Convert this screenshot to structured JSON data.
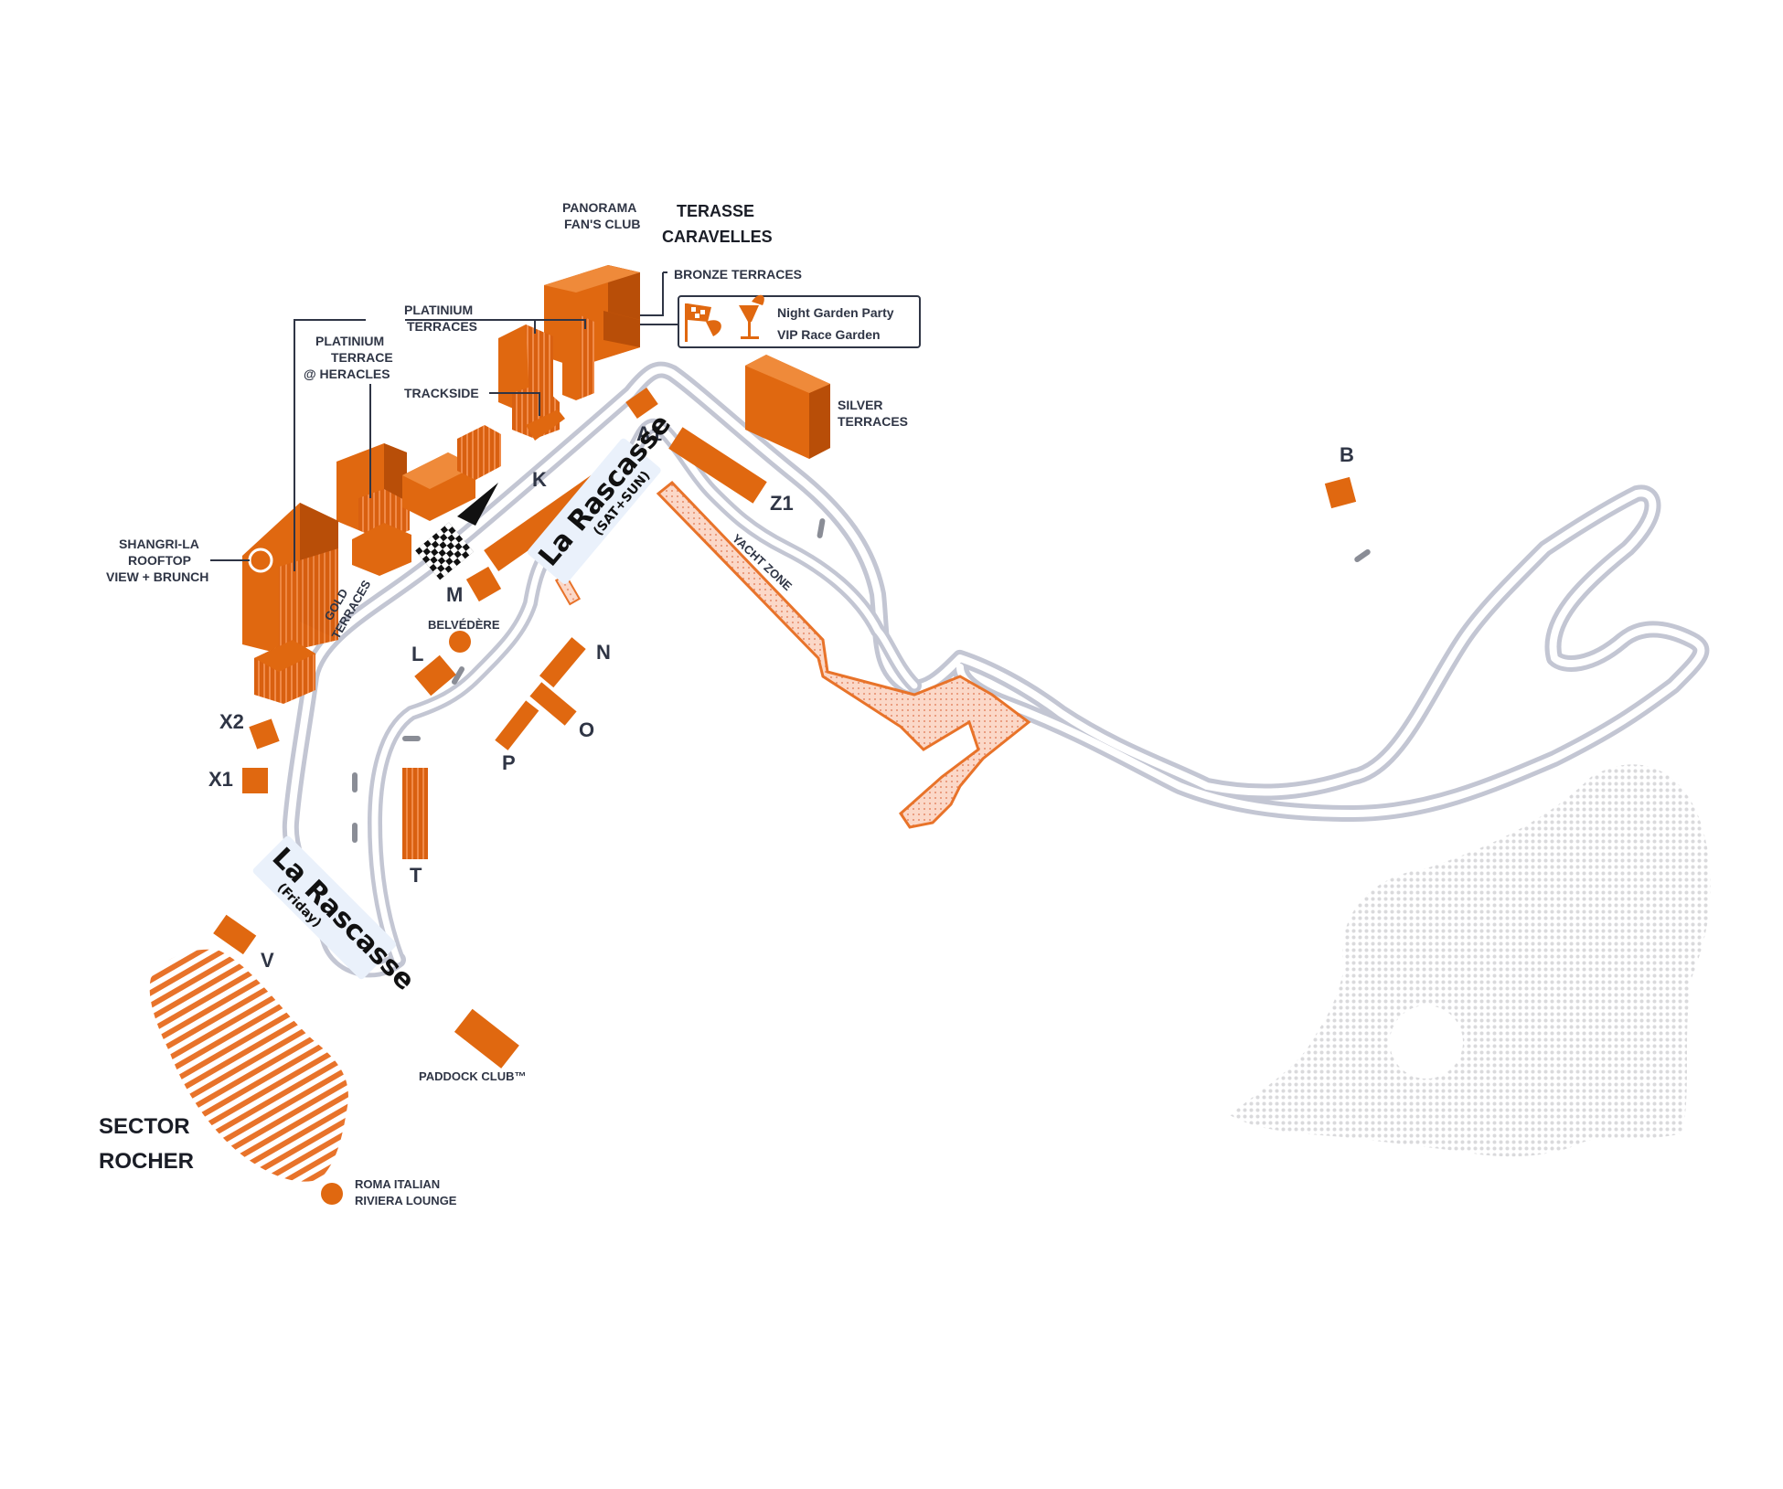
{
  "map": {
    "colors": {
      "stand": "#e06810",
      "stand_shadow": "#b84e08",
      "track": "#c3c6d3",
      "label": "#2f3545",
      "callout_bg": "#eaf1fb",
      "yacht_zone": "#f7c3ae"
    },
    "labels": {
      "panorama": [
        "PANORAMA",
        "FAN'S CLUB"
      ],
      "terasse": [
        "TERASSE",
        "CARAVELLES"
      ],
      "bronze": "BRONZE TERRACES",
      "night_garden": "Night Garden Party",
      "vip_race_garden": "VIP Race Garden",
      "platinium_terraces": [
        "PLATINIUM",
        "TERRACES"
      ],
      "platinium_heracles": [
        "PLATINIUM",
        "TERRACE",
        "@ HERACLES"
      ],
      "trackside": "TRACKSIDE",
      "silver": [
        "SILVER",
        "TERRACES"
      ],
      "shangri_la": [
        "SHANGRI-LA",
        "ROOFTOP",
        "VIEW + BRUNCH"
      ],
      "gold": [
        "GOLD",
        "TERRACES"
      ],
      "belvedere": "BELVÉDÈRE",
      "yacht_zone": "YACHT ZONE",
      "paddock": "PADDOCK CLUB™",
      "sector_rocher": [
        "SECTOR",
        "ROCHER"
      ],
      "roma": [
        "ROMA ITALIAN",
        "RIVIERA LOUNGE"
      ]
    },
    "stands": {
      "A1": "A1",
      "B": "B",
      "K": "K",
      "Z1": "Z1",
      "M": "M",
      "L": "L",
      "N": "N",
      "O": "O",
      "P": "P",
      "X2": "X2",
      "X1": "X1",
      "T": "T",
      "V": "V"
    },
    "callouts": {
      "rascasse_weekend": {
        "title": "La Rascasse",
        "subtitle": "(SAT+SUN)"
      },
      "rascasse_friday": {
        "title": "La Rascasse",
        "subtitle": "(Friday)"
      }
    },
    "icons": [
      "checkered-flag-icon",
      "cocktail-glass-icon",
      "start-arrow-icon",
      "chequered-start-icon"
    ]
  }
}
